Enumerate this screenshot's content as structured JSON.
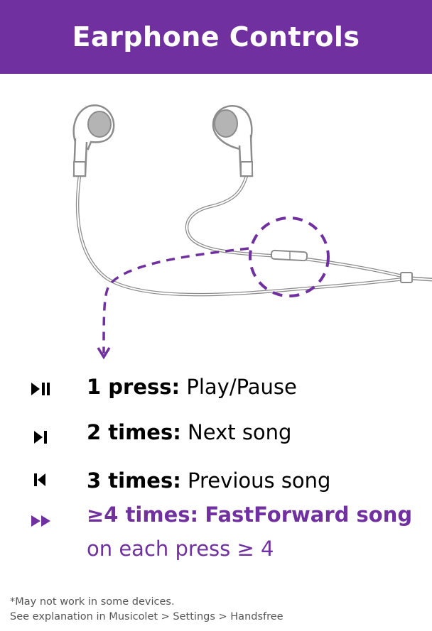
{
  "header": {
    "title": "Earphone Controls"
  },
  "colors": {
    "accent": "#7030a0",
    "text": "#000000",
    "muted": "#555555"
  },
  "illustration": {
    "icons": [
      "earphones-illustration",
      "remote-highlight-circle",
      "dashed-pointer-arrow"
    ]
  },
  "controls": [
    {
      "icon": "play-pause-icon",
      "count": "1 press:",
      "action": "Play/Pause"
    },
    {
      "icon": "next-track-icon",
      "count": "2 times:",
      "action": "Next song"
    },
    {
      "icon": "previous-track-icon",
      "count": "3 times:",
      "action": "Previous song"
    },
    {
      "icon": "fast-forward-icon",
      "count": "≥4 times:",
      "action": "FastForward song",
      "sub": "on each press ≥ 4"
    }
  ],
  "footnote": {
    "line1": "*May not work in some devices.",
    "line2": "See explanation in Musicolet > Settings > Handsfree"
  }
}
